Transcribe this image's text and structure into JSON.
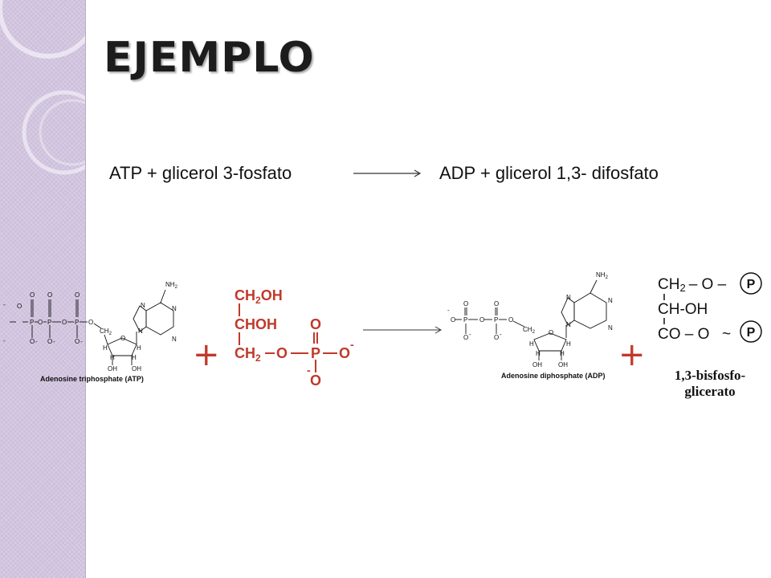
{
  "slide": {
    "title": "EJEMPLO",
    "equation": {
      "reactants": "ATP + glicerol 3-fosfato",
      "products": "ADP + glicerol 1,3- difosfato"
    },
    "plus_sign": "+",
    "atp": {
      "caption": "Adenosine triphosphate (ATP)",
      "nh2": "NH",
      "nh2_sub": "2",
      "ch2": "CH",
      "ch2_sub": "2",
      "atom_o": "O",
      "atom_p": "P",
      "atom_n": "N",
      "atom_h": "H",
      "oh": "OH",
      "charge": "-"
    },
    "glycerol3p": {
      "line1": "CH",
      "line1_sub": "2",
      "line1_tail": "OH",
      "line2": "CHOH",
      "line3": "CH",
      "line3_sub": "2",
      "chain": "—O—P—O",
      "atom_o": "O",
      "charge": "-"
    },
    "adp": {
      "caption": "Adenosine diphosphate (ADP)",
      "nh2": "NH",
      "nh2_sub": "2",
      "ch2": "CH",
      "ch2_sub": "2",
      "atom_o": "O",
      "atom_p": "P",
      "atom_n": "N",
      "atom_h": "H",
      "oh": "OH",
      "charge": "-"
    },
    "bisphosphoglycerate": {
      "line1": "CH",
      "line1_sub": "2",
      "line1_tail": "– O –",
      "line2": "CH-OH",
      "line3": "CO – O",
      "tilde": "~",
      "phosphate": "P",
      "caption_line1": "1,3-bisfosfo-",
      "caption_line2": "glicerato"
    },
    "colors": {
      "sidebar": "#cdc0dc",
      "plus": "#c0392b",
      "molecule_red": "#c0392b",
      "molecule_blue": "#2b4bb0"
    }
  }
}
